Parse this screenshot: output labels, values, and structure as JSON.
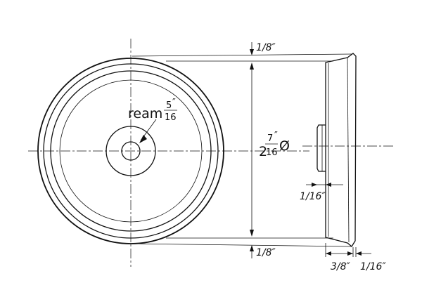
{
  "labels": {
    "ream": "ream",
    "ream_num": "5",
    "ream_den": "16",
    "ream_unit": "″",
    "dia_whole": "2",
    "dia_num": "7",
    "dia_den": "16",
    "dia_unit": "″",
    "dia_symbol": "Ø",
    "top_gap": "1/8″",
    "bottom_gap": "1/8″",
    "hub_step": "1/16″",
    "hub_width": "3/8″",
    "rim_width": "1/16″"
  }
}
